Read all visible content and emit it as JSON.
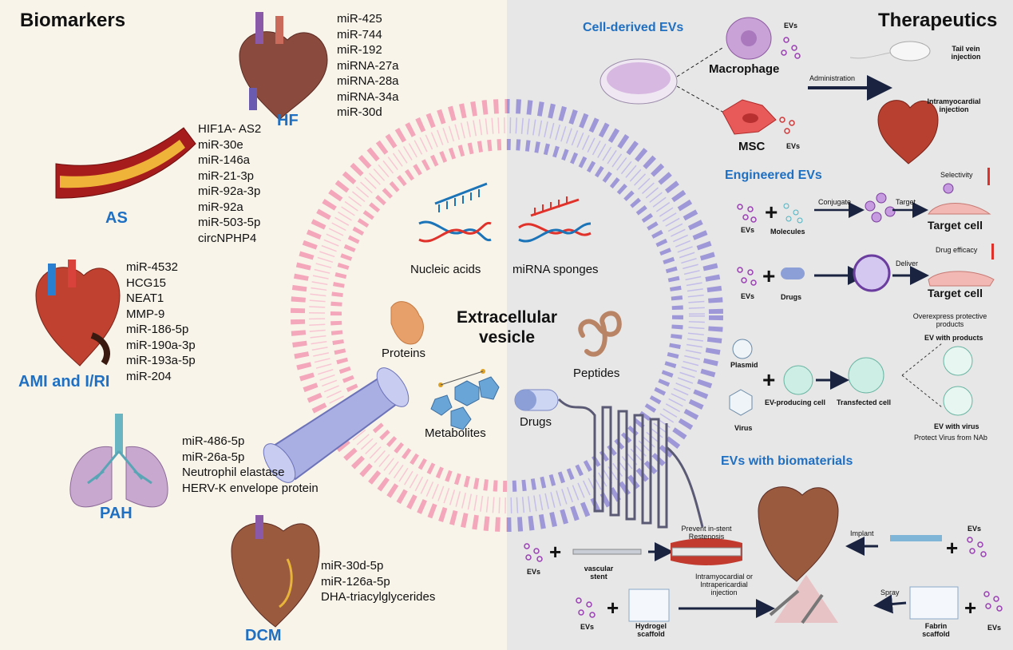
{
  "biomarkers": {
    "title": "Biomarkers",
    "hf": {
      "label": "HF",
      "markers": [
        "miR-425",
        "miR-744",
        "miR-192",
        "miRNA-27a",
        "miRNA-28a",
        "miRNA-34a",
        "miR-30d"
      ]
    },
    "as": {
      "label": "AS",
      "markers": [
        "HIF1A- AS2",
        "miR-30e",
        "miR-146a",
        "miR-21-3p",
        "miR-92a-3p",
        "miR-92a",
        "miR-503-5p",
        "circNPHP4"
      ]
    },
    "ami": {
      "label": "AMI and I/RI",
      "markers": [
        "miR-4532",
        "HCG15",
        "NEAT1",
        "MMP-9",
        "miR-186-5p",
        "miR-190a-3p",
        "miR-193a-5p",
        "miR-204"
      ]
    },
    "pah": {
      "label": "PAH",
      "markers": [
        "miR-486-5p",
        "miR-26a-5p",
        "Neutrophil elastase",
        "HERV-K envelope protein"
      ]
    },
    "dcm": {
      "label": "DCM",
      "markers": [
        "miR-30d-5p",
        "miR-126a-5p",
        "DHA-triacylglycerides"
      ]
    }
  },
  "vesicle": {
    "title_line1": "Extracellular",
    "title_line2": "vesicle",
    "cargo": {
      "nucleic_acids": "Nucleic acids",
      "mirna_sponges": "miRNA sponges",
      "proteins": "Proteins",
      "peptides": "Peptides",
      "metabolites": "Metabolites",
      "drugs": "Drugs"
    }
  },
  "therapeutics": {
    "title": "Therapeutics",
    "cell_derived": {
      "title": "Cell-derived EVs",
      "macrophage": "Macrophage",
      "msc": "MSC",
      "evs": "EVs",
      "administration": "Administration",
      "tail_vein_1": "Tail vein",
      "tail_vein_2": "injection",
      "intramyocardial_1": "Intramyocardial",
      "intramyocardial_2": "injection"
    },
    "engineered": {
      "title": "Engineered EVs",
      "evs": "EVs",
      "molecules": "Molecules",
      "conjugate": "Conjugate",
      "target": "Target",
      "target_cell": "Target cell",
      "selectivity": "Selectivity",
      "drugs": "Drugs",
      "deliver": "Deliver",
      "drug_efficacy": "Drug efficacy",
      "overexpress_1": "Overexpress protective",
      "overexpress_2": "products",
      "ev_with_products": "EV with products",
      "plasmid": "Plasmid",
      "virus": "Virus",
      "ev_producing_cell": "EV-producing cell",
      "transfected_cell": "Transfected cell",
      "ev_with_virus": "EV with virus",
      "protect_virus": "Protect Virus from NAb"
    },
    "biomaterials": {
      "title": "EVs with biomaterials",
      "evs": "EVs",
      "vascular_stent_1": "vascular",
      "vascular_stent_2": "stent",
      "prevent_1": "Prevent in-stent",
      "prevent_2": "Restenosis",
      "implant": "Implant",
      "spray": "Spray",
      "intrapericardial_1": "Intramyocardial or",
      "intrapericardial_2": "Intrapericardial",
      "intrapericardial_3": "injection",
      "hydrogel_1": "Hydrogel",
      "hydrogel_2": "scaffold",
      "fabrin_1": "Fabrin",
      "fabrin_2": "scaffold"
    }
  },
  "colors": {
    "pink": "#f4a7bb",
    "purple": "#9f98d8",
    "blue": "#1f6fc2",
    "left_bg": "#f8f4ea",
    "right_bg": "#e7e7e7"
  }
}
